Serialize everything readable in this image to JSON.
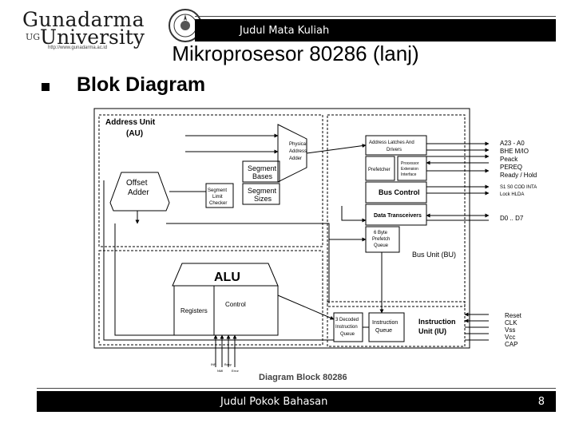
{
  "logo": {
    "name_top": "Gunadarma",
    "prefix": "UG",
    "name_bottom": "University",
    "url": "http://www.gunadarma.ac.id"
  },
  "header": {
    "course_label": "Judul Mata Kuliah"
  },
  "slide": {
    "title": "Mikroprosesor 80286 (lanj)",
    "bullet_heading": "Blok Diagram"
  },
  "diagram": {
    "caption": "Diagram Block 80286",
    "address_unit": "Address Unit",
    "address_unit_abbr": "(AU)",
    "physical_address_adder": [
      "Physical",
      "Address",
      "Adder"
    ],
    "segment_bases": [
      "Segment",
      "Bases"
    ],
    "segment_sizes": [
      "Segment",
      "Sizes"
    ],
    "segment_limit_checker": [
      "Segment",
      "Limit",
      "Checker"
    ],
    "offset_adder": [
      "Offset",
      "Adder"
    ],
    "address_latches": [
      "Address Latches And",
      "Drivers"
    ],
    "prefetcher": "Prefetcher",
    "processor_extension": [
      "Processor",
      "Extension",
      "Interface"
    ],
    "bus_control": "Bus Control",
    "data_transceivers": "Data Transceivers",
    "prefetch_queue": [
      "6 Byte",
      "Prefetch",
      "Queue"
    ],
    "bus_unit": "Bus Unit (BU)",
    "alu": "ALU",
    "registers": "Registers",
    "control": "Control",
    "decoded_queue": [
      "3 Decoded",
      "Instruction",
      "Queue"
    ],
    "instruction_queue": [
      "Instruction",
      "Queue"
    ],
    "instruction_unit": [
      "Instruction",
      "Unit (IU)"
    ],
    "pins_top": [
      "A23 - A0",
      "BHE M/IO",
      "Peack",
      "PEREQ",
      "Ready / Hold",
      "S1 S0 COD INTA",
      "Lock HLDA"
    ],
    "pins_data": "D0 .. D7",
    "pins_bottom": [
      "Reset",
      "CLK",
      "Vss",
      "Vcc",
      "CAP"
    ],
    "alu_inputs": [
      "INR",
      "NMI",
      "Busy",
      "Error"
    ]
  },
  "footer": {
    "topic_label": "Judul Pokok Bahasan",
    "page_number": "8"
  }
}
